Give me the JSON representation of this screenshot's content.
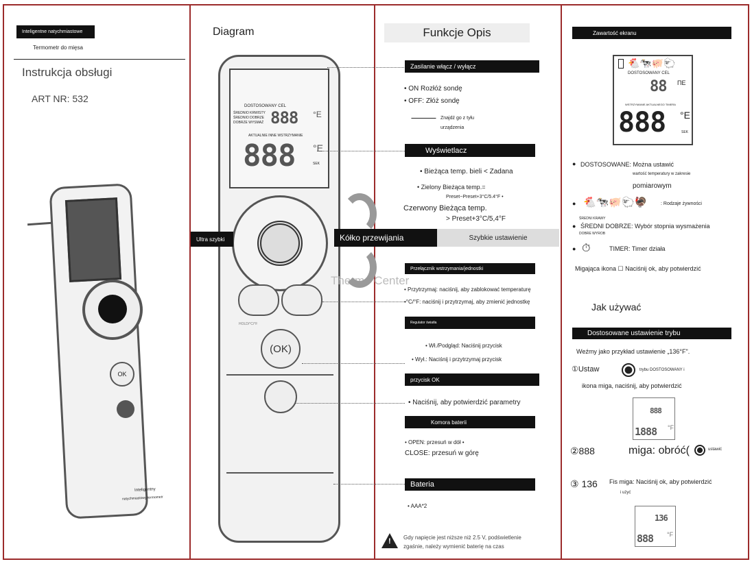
{
  "left": {
    "badge": "Inteligentne natychmiastowe",
    "subtitle": "Termometr do mięsa",
    "title": "Instrukcja obsługi",
    "art": "ART NR: 532",
    "device_label1": "Inteligentny",
    "device_label2": "natychmiastowy termometr"
  },
  "diagram": {
    "heading": "Diagram",
    "lcd_custom": "DOSTOSOWANY CEL",
    "lcd_rare": "ŚREDNIO KRWISTY",
    "lcd_medium": "ŚREDNIO DOBRZE",
    "lcd_well": "DOBRZE WYSMAŻ",
    "lcd_big1": "888",
    "lcd_unit": "°E",
    "lcd_hold": "AKTUALNIE INNE WSTRZYMANIE",
    "lcd_big2": "888",
    "lcd_sek": "SEK",
    "ultra": "Ultra szybki",
    "wheel": "Kółko przewijania",
    "quick": "Szybkie ustawienie",
    "ok": "(OK)",
    "watermark": "Thermo Center",
    "hold_small": "HOLD/°C/°F"
  },
  "functions": {
    "heading": "Funkcje Opis",
    "power_bar": "Zasilanie włącz / wyłącz",
    "power_on": "• ON Rozłóż sondę",
    "power_off": "• OFF: Złóż sondę",
    "probe_note1": "Znajdź go z tyłu",
    "probe_note2": "urządzenia",
    "display_bar": "Wyświetlacz",
    "display_1": "• Bieżąca temp. bieli < Zadana",
    "display_2": "• Zielony Bieżąca temp.=",
    "display_3": "Preset~Preset+3°C/5.4°F •",
    "display_4": "Czerwony Bieżąca temp.",
    "display_5": "> Preset+3°C/5,4°F",
    "hold_bar": "Przełącznik wstrzymania/jednostki",
    "hold_1": "• Przytrzymaj: naciśnij, aby zablokować temperaturę",
    "hold_2": "•°C/°F: naciśnij i przytrzymaj, aby zmienić jednostkę",
    "light_bar": "Regulator światła",
    "light_1": "• Wł./Podgląd: Naciśnij przycisk",
    "light_2": "•   Wył.: Naciśnij i przytrzymaj przycisk",
    "ok_bar": "przycisk OK",
    "ok_1": "•   Naciśnij, aby potwierdzić parametry",
    "battery_bar": "Komora baterii",
    "battery_1": "• OPEN: przesuń w dół •",
    "battery_2": "CLOSE: przesuń w górę",
    "bateria_bar": "Bateria",
    "bateria_1": "• AAA*2",
    "warn_1": "Gdy napięcie jest niższe niż 2.5 V, podświetlenie",
    "warn_2": "zgaśnie, należy wymienić baterię na czas"
  },
  "screen": {
    "bar": "Zawartość ekranu",
    "lcd_custom": "DOSTOSOWANY CEL",
    "lcd_big1": "88",
    "lcd_big1_unit": "ПE",
    "lcd_hold": "WSTRZYMANIE AKTUALNEGO TIMERA",
    "lcd_big2": "888",
    "lcd_unit2": "°E",
    "lcd_sek": "SEK",
    "b1": "DOSTOSOWANE: Można ustawić",
    "b1b": "wartość temperatury w zakresie",
    "b1c": "pomiarowym",
    "b2": ": Rodzaje żywności",
    "b3": "ŚREDNI DOBRZE: Wybór stopnia wysmażenia",
    "b3s": "ŚREDNI KRAWY",
    "b3d": "DOBRE WYROB",
    "b4": "TIMER: Timer działa",
    "b5": "Migająca ikona ☐ Naciśnij ok, aby potwierdzić",
    "howto": "Jak używać",
    "mode_bar": "Dostosowane ustawienie trybu",
    "example": "Weźmy jako przykład ustawienie „136°F\".",
    "step1": "①Ustaw",
    "step1b": "trybu DOSTOSOWANY i",
    "step1c": "ikona miga, naciśnij, aby potwierdzić",
    "mini1_big": "1888",
    "mini1_small": "888",
    "step2_num": "②888",
    "step2": "miga: obróć(",
    "step2b": "ustawić",
    "step3_num": "③ 136",
    "step3": "Fis miga: Naciśnij ok, aby potwierdzić",
    "step3b": "i użyć",
    "mini2_small": "136",
    "mini2_big": "888",
    "unit_f": "°F"
  }
}
